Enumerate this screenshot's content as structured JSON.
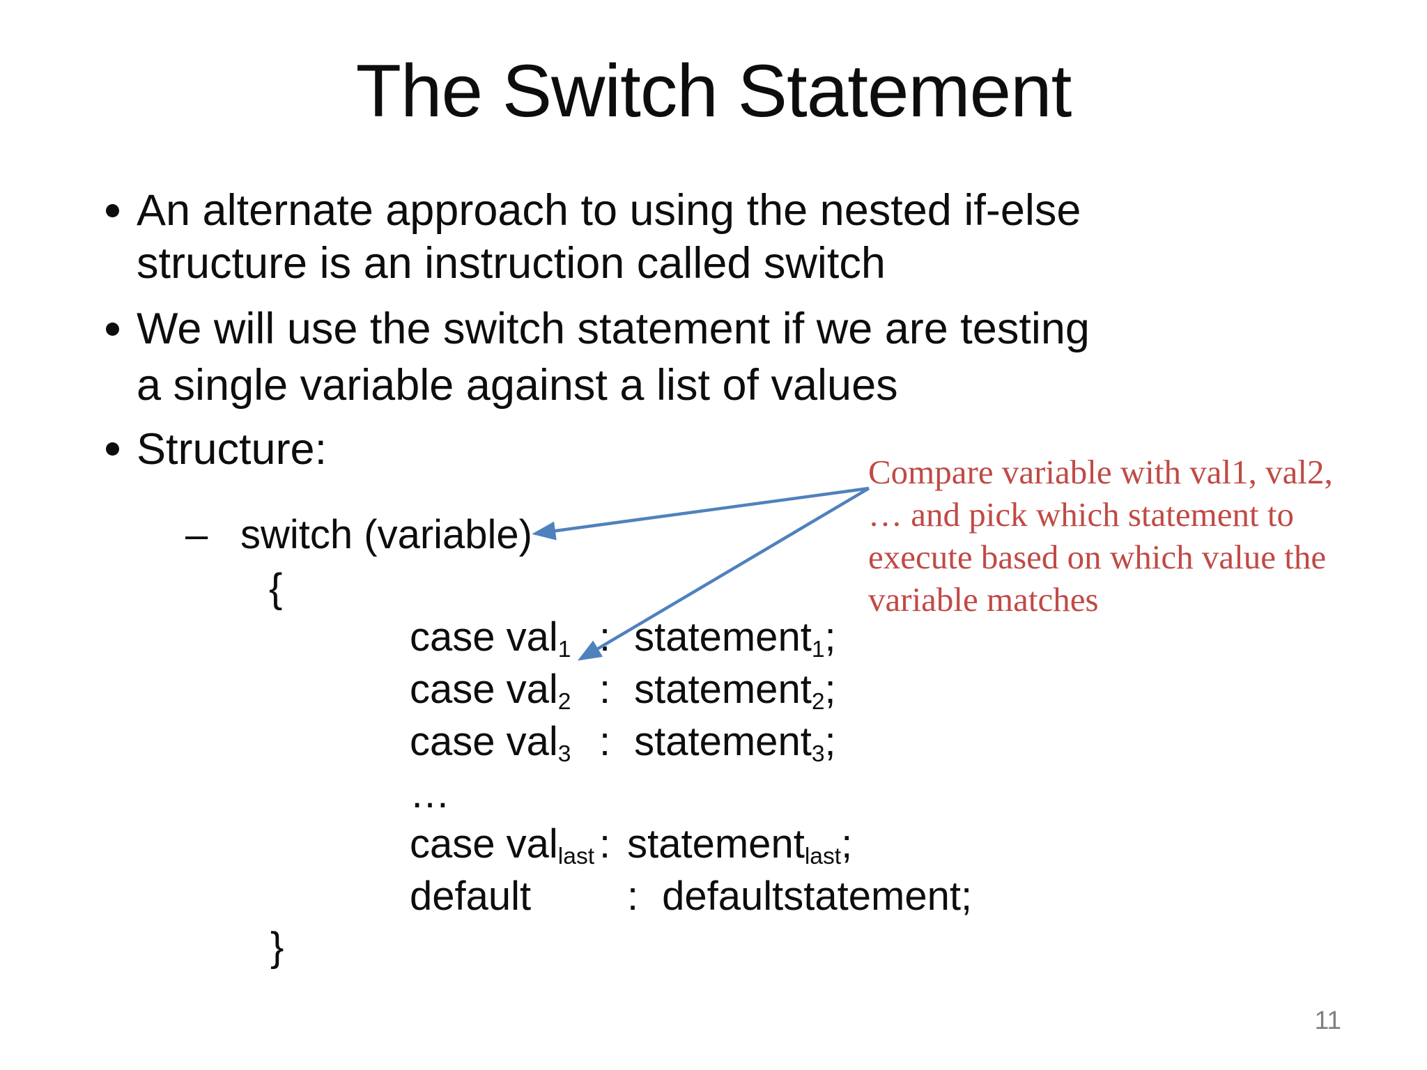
{
  "slide": {
    "title": "The Switch Statement",
    "page_number": "11"
  },
  "bullets": {
    "b1_line1": "An alternate approach to using the nested if-else",
    "b1_line2": "structure is an instruction called switch",
    "b2_line1": "We will use the switch statement if we are testing",
    "b2_line2": "a single variable against a list of values",
    "b3": "Structure:"
  },
  "code": {
    "dash": "–",
    "switch_line": "switch (variable)",
    "open_brace": "{",
    "close_brace": "}",
    "colon": ":",
    "semicolon": ";",
    "ellipsis": "…",
    "case1": {
      "label": "case val",
      "sub": "1",
      "stmt": "statement",
      "stmt_sub": "1"
    },
    "case2": {
      "label": "case val",
      "sub": "2",
      "stmt": "statement",
      "stmt_sub": "2"
    },
    "case3": {
      "label": "case val",
      "sub": "3",
      "stmt": "statement",
      "stmt_sub": "3"
    },
    "case_last": {
      "label": "case val",
      "sub": "last",
      "stmt": "statement",
      "stmt_sub": "last"
    },
    "default_line": {
      "label": "default",
      "stmt": "defaultstatement"
    }
  },
  "annotation": {
    "line1": "Compare variable with val1, val2,",
    "line2": "… and pick which statement to",
    "line3": "execute based on which value the",
    "line4": "variable matches"
  },
  "colors": {
    "text_black": "#0d0d0d",
    "annotation_red": "#c04a45",
    "arrow_blue": "#4f81bd",
    "page_number_gray": "#7f7f7f"
  }
}
